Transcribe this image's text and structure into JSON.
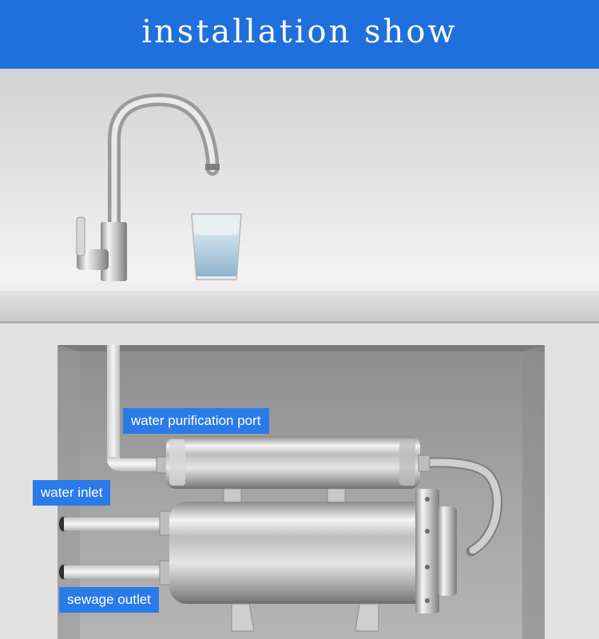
{
  "header": {
    "title": "installation show"
  },
  "labels": {
    "purification_port": "water purification port",
    "water_inlet": "water inlet",
    "sewage_outlet": "sewage outlet"
  },
  "colors": {
    "banner": "#1f6fdc",
    "label_bg": "#2a7be8",
    "label_text": "#ffffff"
  }
}
